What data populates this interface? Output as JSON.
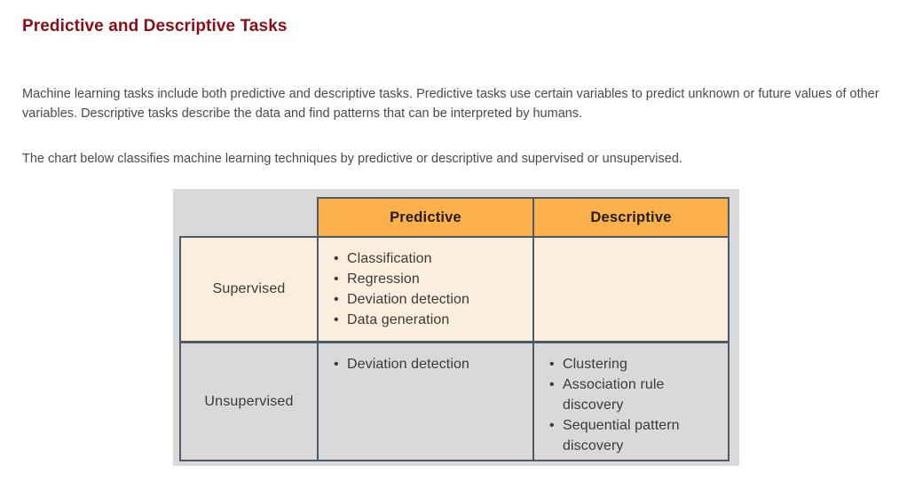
{
  "page_title": "Predictive and Descriptive Tasks",
  "paragraphs": [
    "Machine learning tasks include both predictive and descriptive tasks. Predictive tasks use certain variables to predict unknown or future values of other variables. Descriptive tasks describe the data and find patterns that can be interpreted by humans.",
    "The chart below classifies machine learning techniques by predictive or descriptive and supervised or unsupervised."
  ],
  "colors": {
    "title": "#8b0e14",
    "header_cell": "#fbb04c",
    "supervised_row": "#fceedc",
    "unsupervised_row": "#d9d9d9",
    "border": "#4e5a68",
    "figure_background": "#d9d9d9",
    "body_text": "#4a4a4a"
  },
  "chart_data": {
    "type": "table",
    "title": "",
    "corner_label": "",
    "column_headers": [
      "Predictive",
      "Descriptive"
    ],
    "row_headers": [
      "Supervised",
      "Unsupervised"
    ],
    "cells": [
      {
        "row": "Supervised",
        "column": "Predictive",
        "items": [
          "Classification",
          "Regression",
          "Deviation detection",
          "Data generation"
        ]
      },
      {
        "row": "Supervised",
        "column": "Descriptive",
        "items": []
      },
      {
        "row": "Unsupervised",
        "column": "Predictive",
        "items": [
          "Deviation detection"
        ]
      },
      {
        "row": "Unsupervised",
        "column": "Descriptive",
        "items": [
          "Clustering",
          "Association rule discovery",
          "Sequential pattern discovery"
        ]
      }
    ]
  }
}
